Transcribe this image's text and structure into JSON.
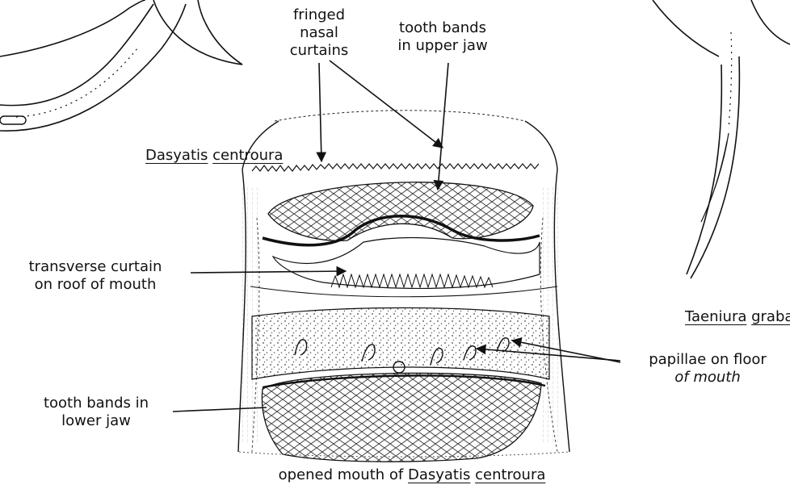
{
  "labels": {
    "fringed_nasal_curtains": [
      "fringed",
      "nasal",
      "curtains"
    ],
    "tooth_bands_upper": [
      "tooth bands",
      "in upper jaw"
    ],
    "transverse_curtain": [
      "transverse curtain",
      "on roof of mouth"
    ],
    "papillae": [
      "papillae on floor",
      "of mouth"
    ],
    "tooth_bands_lower": [
      "tooth bands in",
      "lower jaw"
    ]
  },
  "captions": {
    "main_prefix": "opened mouth of",
    "main_genus": "Dasyatis",
    "main_species": "centroura",
    "left_genus": "Dasyatis",
    "left_species": "centroura",
    "right_genus": "Taeniura",
    "right_species": "graba"
  },
  "style": {
    "ink": "#111111",
    "background": "#ffffff"
  }
}
